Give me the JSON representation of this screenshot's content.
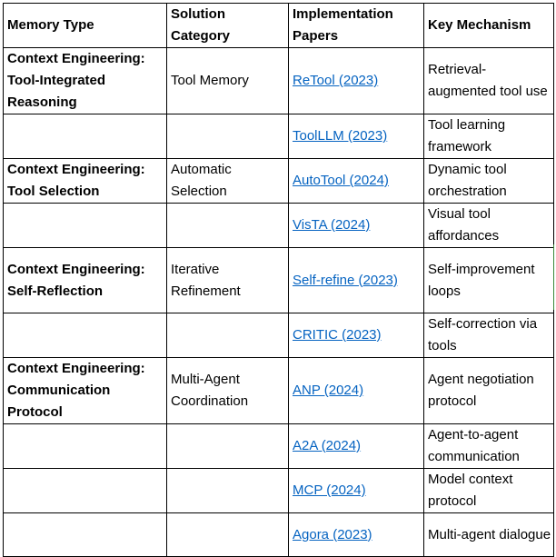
{
  "header": {
    "memory_type": "Memory Type",
    "solution_category": "Solution Category",
    "implementation_papers": "Implementation Papers",
    "key_mechanism": "Key Mechanism"
  },
  "rows": [
    {
      "memory_type": "Context Engineering: Tool-Integrated Reasoning",
      "solution_category": "Tool Memory",
      "paper": "ReTool (2023)",
      "mechanism": "Retrieval-augmented tool use"
    },
    {
      "memory_type": "",
      "solution_category": "",
      "paper": "ToolLLM (2023)",
      "mechanism": "Tool learning framework"
    },
    {
      "memory_type": "Context Engineering: Tool Selection",
      "solution_category": "Automatic Selection",
      "paper": "AutoTool (2024)",
      "mechanism": "Dynamic tool orchestration"
    },
    {
      "memory_type": "",
      "solution_category": "",
      "paper": "VisTA (2024)",
      "mechanism": "Visual tool affordances"
    },
    {
      "memory_type": "Context Engineering: Self-Reflection",
      "solution_category": "Iterative Refinement",
      "paper": "Self-refine (2023)",
      "mechanism": "Self-improvement loops"
    },
    {
      "memory_type": "",
      "solution_category": "",
      "paper": "CRITIC (2023)",
      "mechanism": "Self-correction via tools"
    },
    {
      "memory_type": "Context Engineering: Communication Protocol",
      "solution_category": "Multi-Agent Coordination",
      "paper": "ANP (2024)",
      "mechanism": "Agent negotiation protocol"
    },
    {
      "memory_type": "",
      "solution_category": "",
      "paper": "A2A (2024)",
      "mechanism": "Agent-to-agent communication"
    },
    {
      "memory_type": "",
      "solution_category": "",
      "paper": "MCP (2024)",
      "mechanism": "Model context protocol"
    },
    {
      "memory_type": "",
      "solution_category": "",
      "paper": "Agora (2023)",
      "mechanism": "Multi-agent dialogue"
    }
  ]
}
